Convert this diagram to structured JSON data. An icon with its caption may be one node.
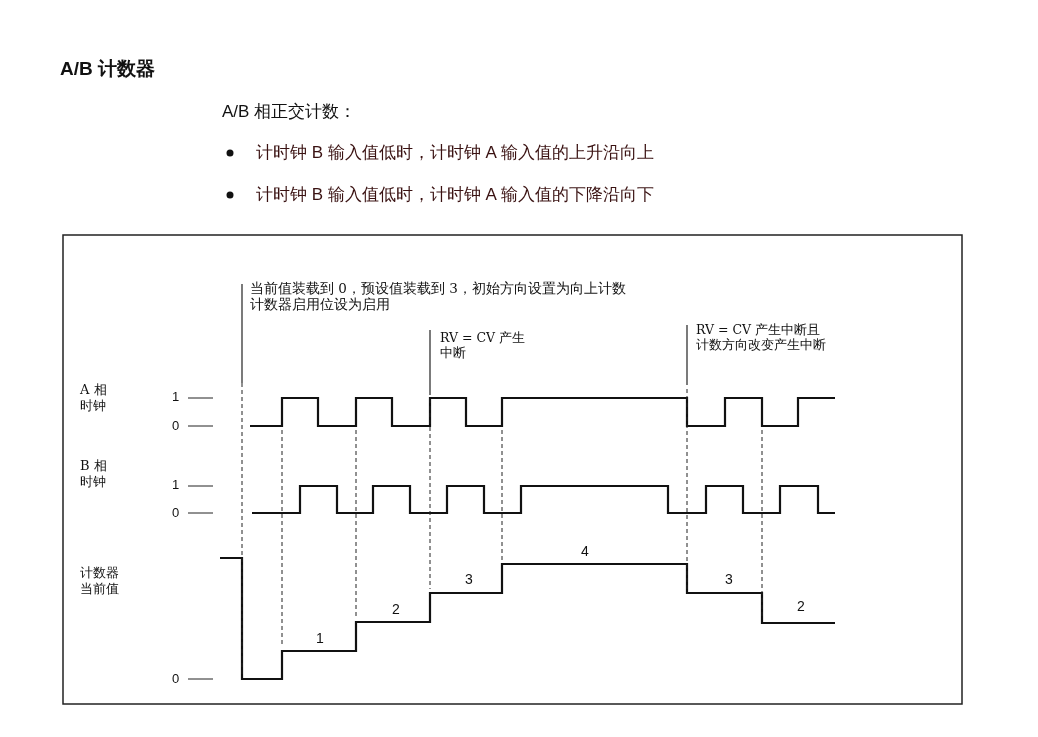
{
  "diagram": {
    "title": "A/B 计数器",
    "labels": [
      "A/B 相正交计数：",
      "计时钟 B 输入值低时，计时钟 A 输入值的上升沿向上",
      "计时钟 B 输入值低时，计时钟 A 输入值的下降沿向下",
      "当前值装载到 0，预设值装载到 3，初始方向设置为向上计数计数器启用位设为启用",
      "RV = CV 产生中断",
      "RV = CV 产生中断且计数方向改变产生中断",
      "A 相时钟",
      "1",
      "0",
      "B 相时钟",
      "1",
      "0",
      "计数器当前值",
      "1",
      "2",
      "3",
      "4",
      "3",
      "2",
      "0"
    ]
  }
}
